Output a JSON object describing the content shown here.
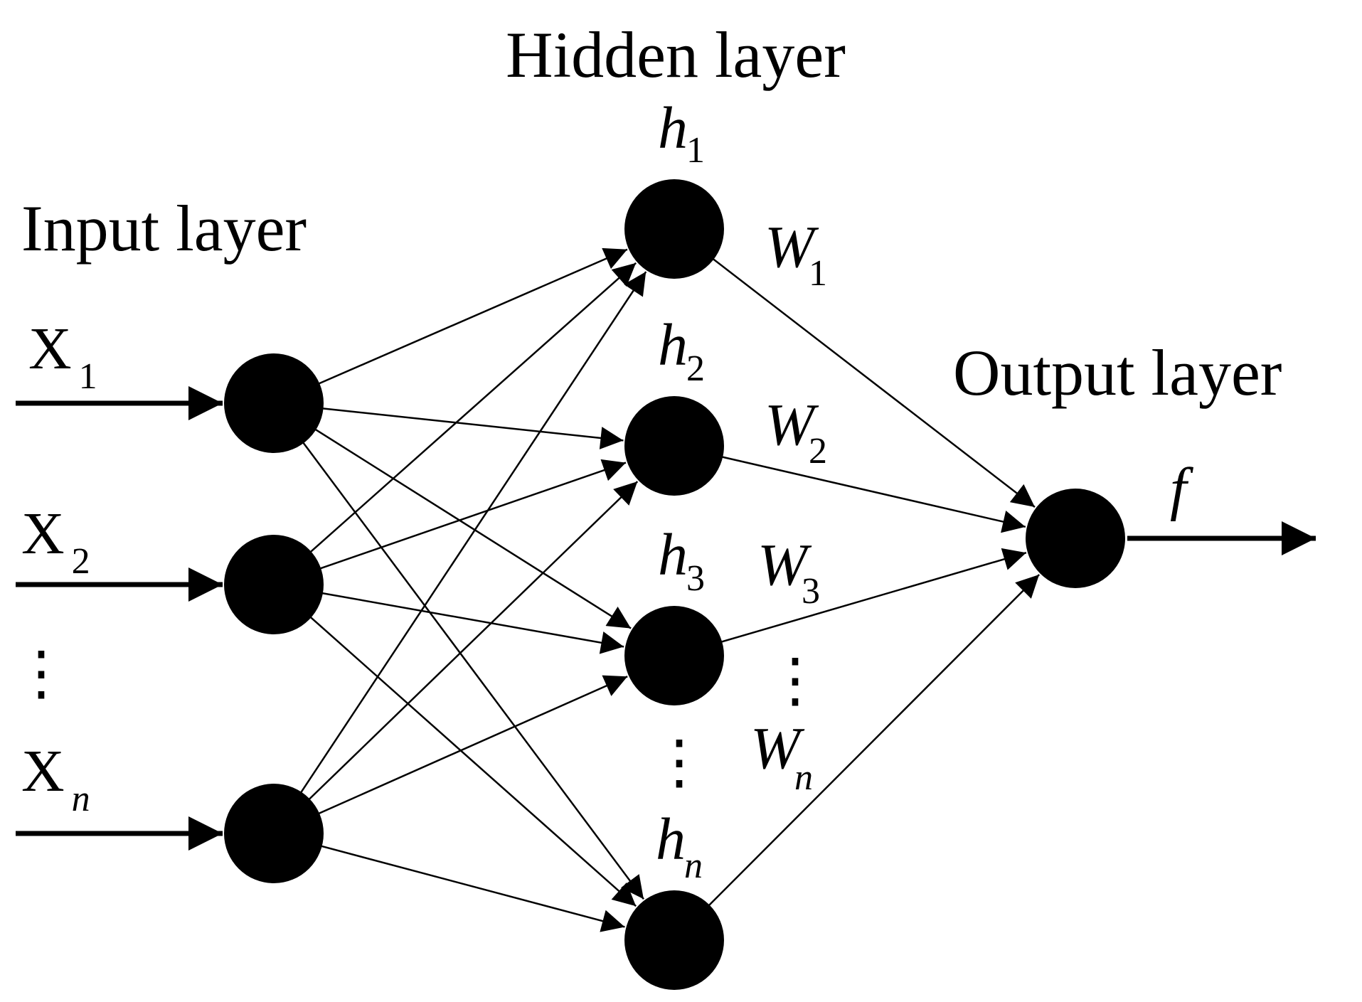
{
  "diagram": {
    "layers": {
      "input": "Input layer",
      "hidden": "Hidden layer",
      "output": "Output layer"
    },
    "inputs": [
      {
        "base": "X",
        "sub": "1"
      },
      {
        "base": "X",
        "sub": "2"
      },
      {
        "base": "X",
        "sub": "n"
      }
    ],
    "hidden_nodes": [
      {
        "base": "h",
        "sub": "1"
      },
      {
        "base": "h",
        "sub": "2"
      },
      {
        "base": "h",
        "sub": "3"
      },
      {
        "base": "h",
        "sub": "n"
      }
    ],
    "weights": [
      {
        "base": "W",
        "sub": "1"
      },
      {
        "base": "W",
        "sub": "2"
      },
      {
        "base": "W",
        "sub": "3"
      },
      {
        "base": "W",
        "sub": "n"
      }
    ],
    "output_label": "f",
    "ellipsis": "⋮"
  }
}
